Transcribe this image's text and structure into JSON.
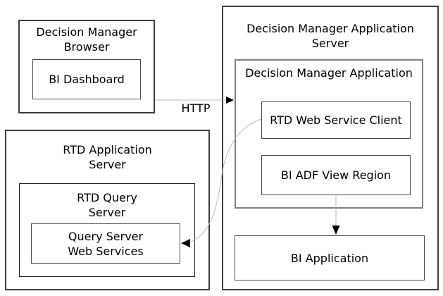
{
  "diagram": {
    "labels": {
      "http": "HTTP"
    },
    "browser": {
      "title": "Decision Manager Browser",
      "bi_dashboard": "BI Dashboard"
    },
    "rtd_application_server": {
      "title": "RTD Application Server",
      "rtd_query_server": {
        "title": "RTD Query Server",
        "query_server_web_services": "Query Server Web Services"
      }
    },
    "decision_manager_application_server": {
      "title": "Decision Manager Application Server",
      "decision_manager_application": {
        "title": "Decision Manager Application",
        "rtd_web_service_client": "RTD Web Service Client",
        "bi_adf_view_region": "BI ADF View Region"
      },
      "bi_application": "BI Application"
    },
    "connections": [
      {
        "from": "Decision Manager Browser",
        "to": "Decision Manager Application",
        "label": "HTTP",
        "style": "arrow-right"
      },
      {
        "from": "RTD Web Service Client",
        "to": "Query Server Web Services",
        "label": "",
        "style": "curved-arrow-left"
      },
      {
        "from": "BI ADF View Region",
        "to": "BI Application",
        "label": "",
        "style": "arrow-down"
      }
    ],
    "colors": {
      "background": "#ffffff",
      "outer_border": "#3f3f3f",
      "application_border": "#7f7f7f",
      "leaf_border": "#4a4a4a",
      "connector_line": "#bdbdbd",
      "arrowhead": "#000000",
      "text": "#000000"
    }
  }
}
